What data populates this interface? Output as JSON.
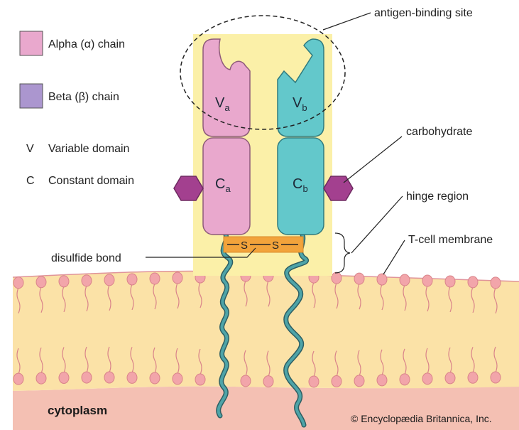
{
  "legend": {
    "alpha": {
      "label": "Alpha (α) chain",
      "color": "#e9a8cd"
    },
    "beta": {
      "label": "Beta (β) chain",
      "color": "#ab96cf"
    },
    "variable": {
      "letter": "V",
      "label": "Variable domain"
    },
    "constant": {
      "letter": "C",
      "label": "Constant domain"
    }
  },
  "domains": {
    "va": {
      "main": "V",
      "sub": "a"
    },
    "vb": {
      "main": "V",
      "sub": "b"
    },
    "ca": {
      "main": "C",
      "sub": "a"
    },
    "cb": {
      "main": "C",
      "sub": "b"
    }
  },
  "bond": {
    "left": "S",
    "right": "S"
  },
  "labels": {
    "antigen_site": "antigen-binding site",
    "carbohydrate": "carbohydrate",
    "hinge": "hinge region",
    "membrane": "T-cell membrane",
    "disulfide": "disulfide bond",
    "cytoplasm": "cytoplasm",
    "copyright": "© Encyclopædia Britannica, Inc."
  },
  "colors": {
    "alpha_chain": "#e9a8cd",
    "beta_chain": "#63c8cb",
    "highlight": "#fbf0a8",
    "membrane": "#fbe2a7",
    "lipid_head": "#f2a5aa",
    "cytoplasm": "#f4c0b3",
    "carbohydrate": "#a3408f",
    "disulfide": "#f2a33b",
    "tail": "#4ea4a8"
  }
}
